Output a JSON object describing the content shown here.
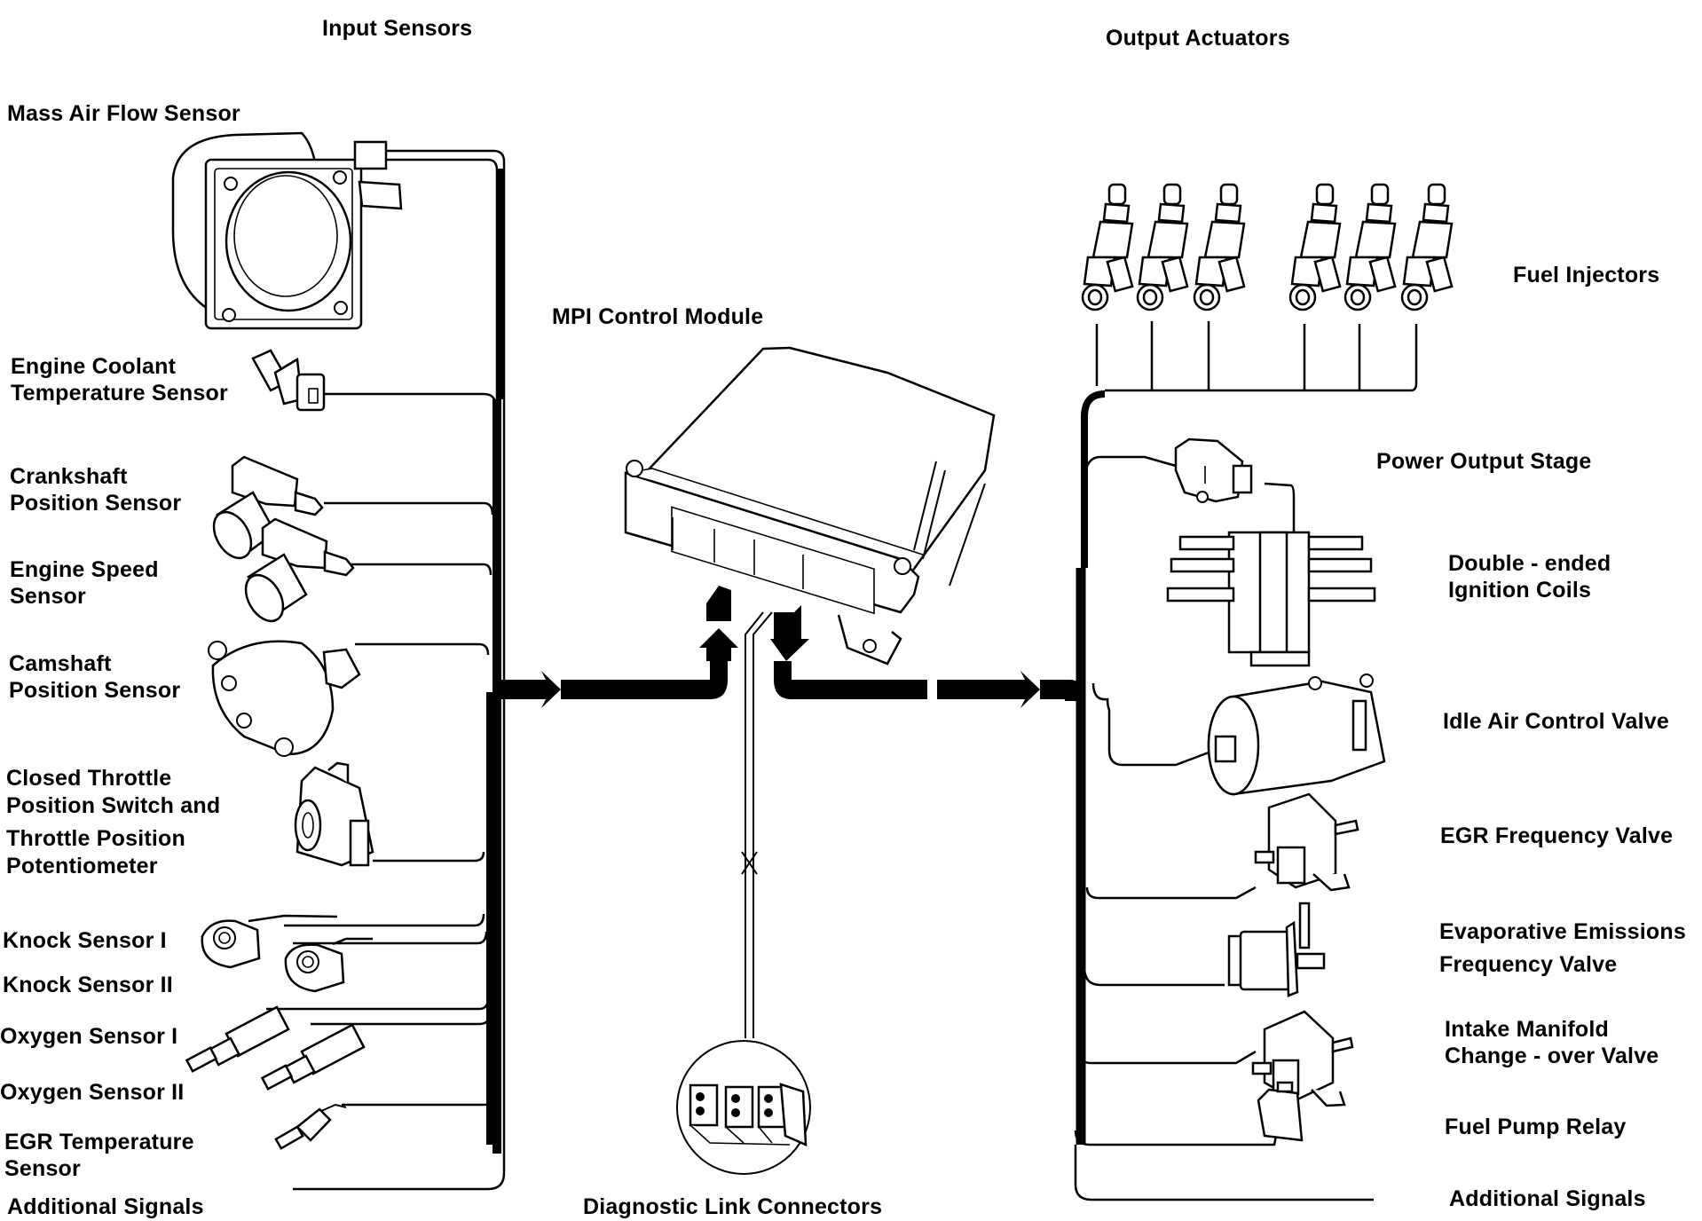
{
  "headings": {
    "inputs": "Input Sensors",
    "outputs": "Output Actuators",
    "control_module": "MPI Control Module",
    "diagnostic": "Diagnostic Link Connectors"
  },
  "input_sensors": [
    {
      "id": "maf",
      "lines": [
        "Mass Air Flow Sensor"
      ]
    },
    {
      "id": "ect",
      "lines": [
        "Engine Coolant",
        "Temperature Sensor"
      ]
    },
    {
      "id": "ckp",
      "lines": [
        "Crankshaft",
        "Position Sensor"
      ]
    },
    {
      "id": "ess",
      "lines": [
        "Engine Speed",
        "Sensor"
      ]
    },
    {
      "id": "cmp",
      "lines": [
        "Camshaft",
        "Position Sensor"
      ]
    },
    {
      "id": "tps",
      "lines": [
        "Closed Throttle",
        "Position Switch  and",
        "Throttle Position",
        "Potentiometer"
      ]
    },
    {
      "id": "ks1",
      "lines": [
        "Knock Sensor I"
      ]
    },
    {
      "id": "ks2",
      "lines": [
        "Knock Sensor II"
      ]
    },
    {
      "id": "o2a",
      "lines": [
        "Oxygen Sensor I"
      ]
    },
    {
      "id": "o2b",
      "lines": [
        "Oxygen Sensor II"
      ]
    },
    {
      "id": "egrt",
      "lines": [
        "EGR Temperature",
        "Sensor"
      ]
    },
    {
      "id": "addin",
      "lines": [
        "Additional Signals"
      ]
    }
  ],
  "output_actuators": [
    {
      "id": "inj",
      "lines": [
        "Fuel Injectors"
      ],
      "count": 6
    },
    {
      "id": "pos",
      "lines": [
        "Power Output Stage"
      ]
    },
    {
      "id": "coil",
      "lines": [
        "Double - ended",
        "Ignition Coils"
      ]
    },
    {
      "id": "iac",
      "lines": [
        "Idle Air Control Valve"
      ]
    },
    {
      "id": "egrv",
      "lines": [
        "EGR Frequency Valve"
      ]
    },
    {
      "id": "evap",
      "lines": [
        "Evaporative  Emissions",
        "Frequency Valve"
      ]
    },
    {
      "id": "imcv",
      "lines": [
        "Intake Manifold",
        "Change - over Valve"
      ]
    },
    {
      "id": "fpr",
      "lines": [
        "Fuel Pump Relay"
      ]
    },
    {
      "id": "addout",
      "lines": [
        "Additional Signals"
      ]
    }
  ]
}
